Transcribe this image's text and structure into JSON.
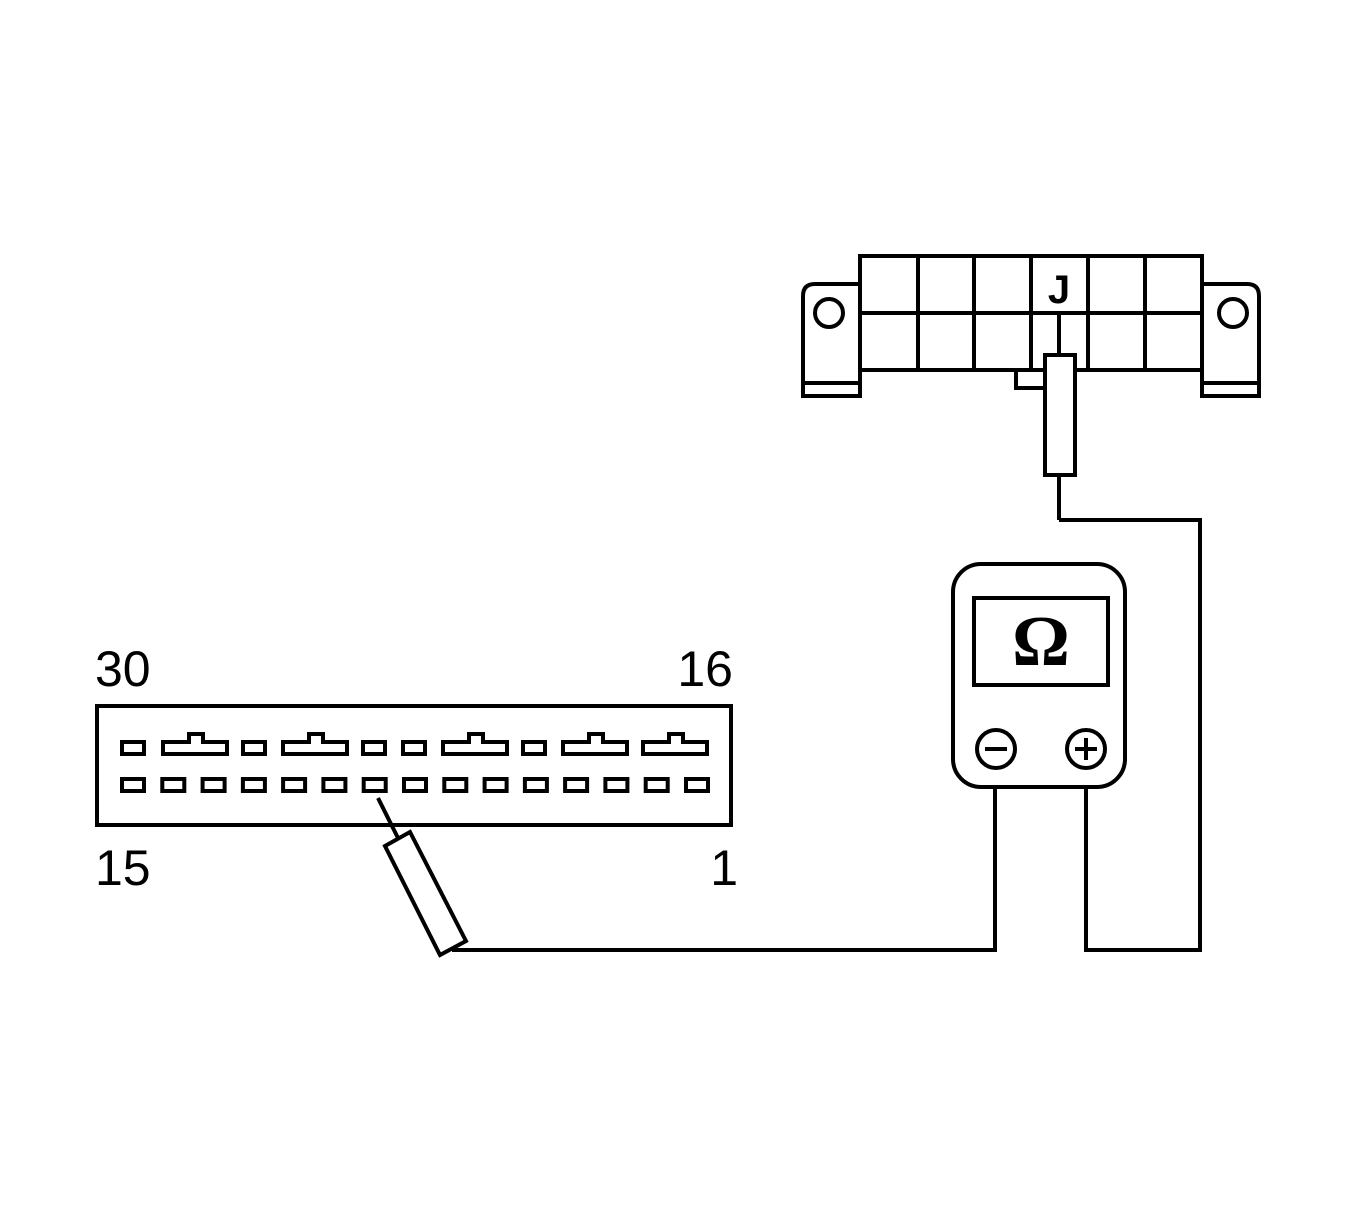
{
  "connector_a": {
    "pin_labels": {
      "top_left": "30",
      "top_right": "16",
      "bottom_left": "15",
      "bottom_right": "1"
    }
  },
  "connector_b": {
    "terminal_label": "J"
  },
  "meter": {
    "display_symbol": "Ω",
    "negative_symbol": "−",
    "positive_symbol": "+"
  },
  "colors": {
    "line": "#000000",
    "background": "#ffffff"
  }
}
